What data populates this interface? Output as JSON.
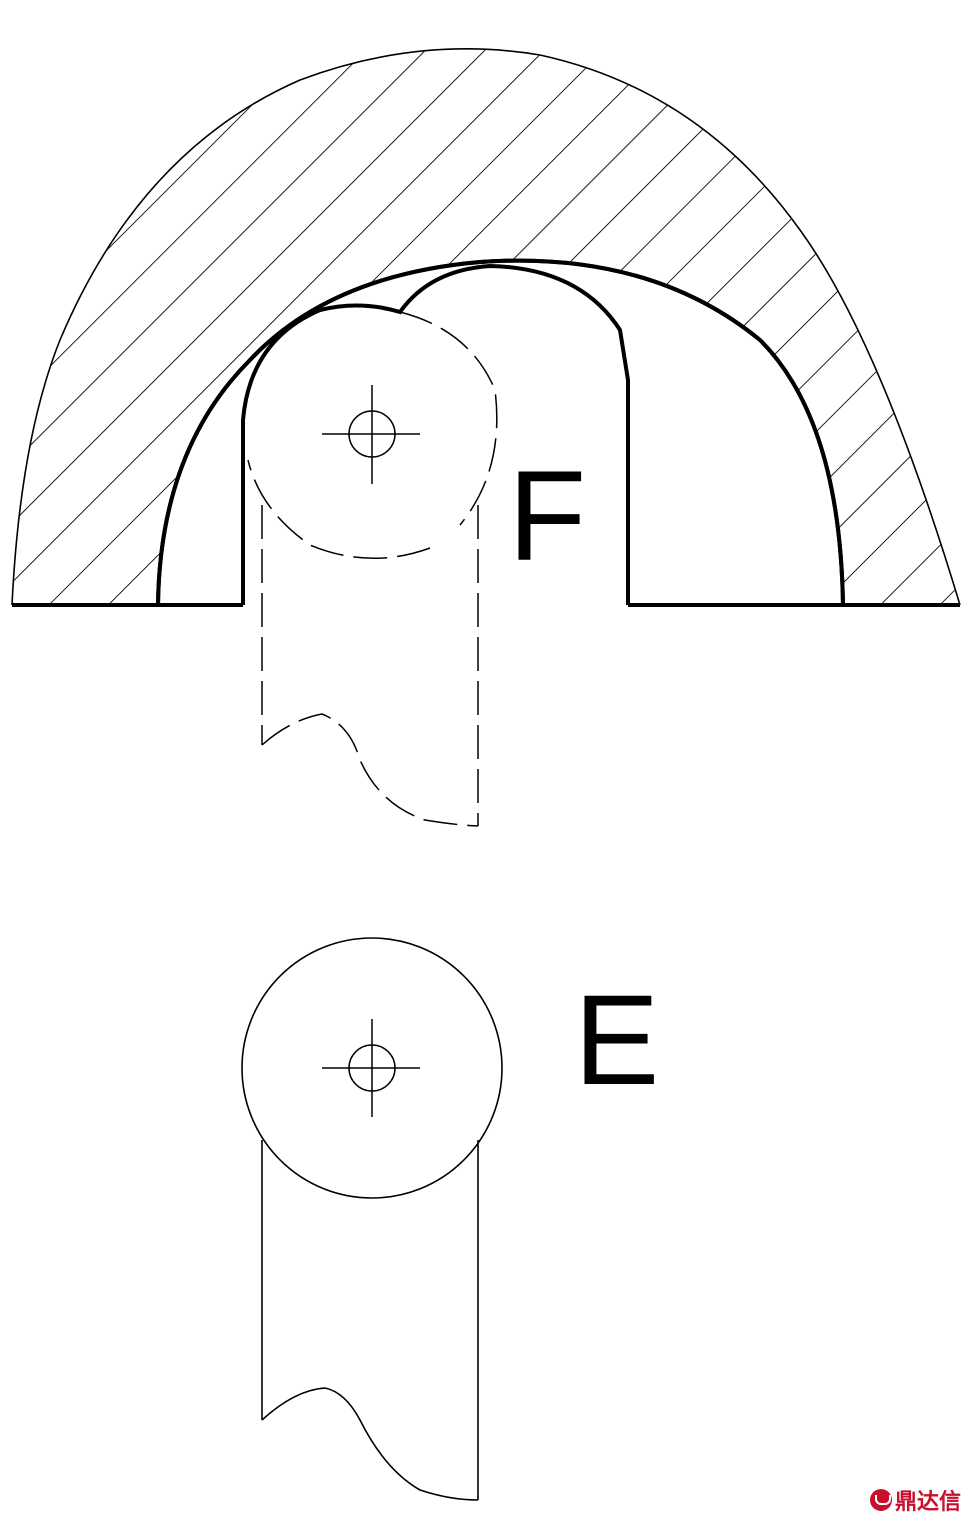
{
  "labels": {
    "upper_position": "F",
    "lower_position": "E"
  },
  "watermark": {
    "text": "鼎达信",
    "logo_color": "#c8102e"
  },
  "colors": {
    "line": "#000000",
    "background": "#ffffff"
  }
}
